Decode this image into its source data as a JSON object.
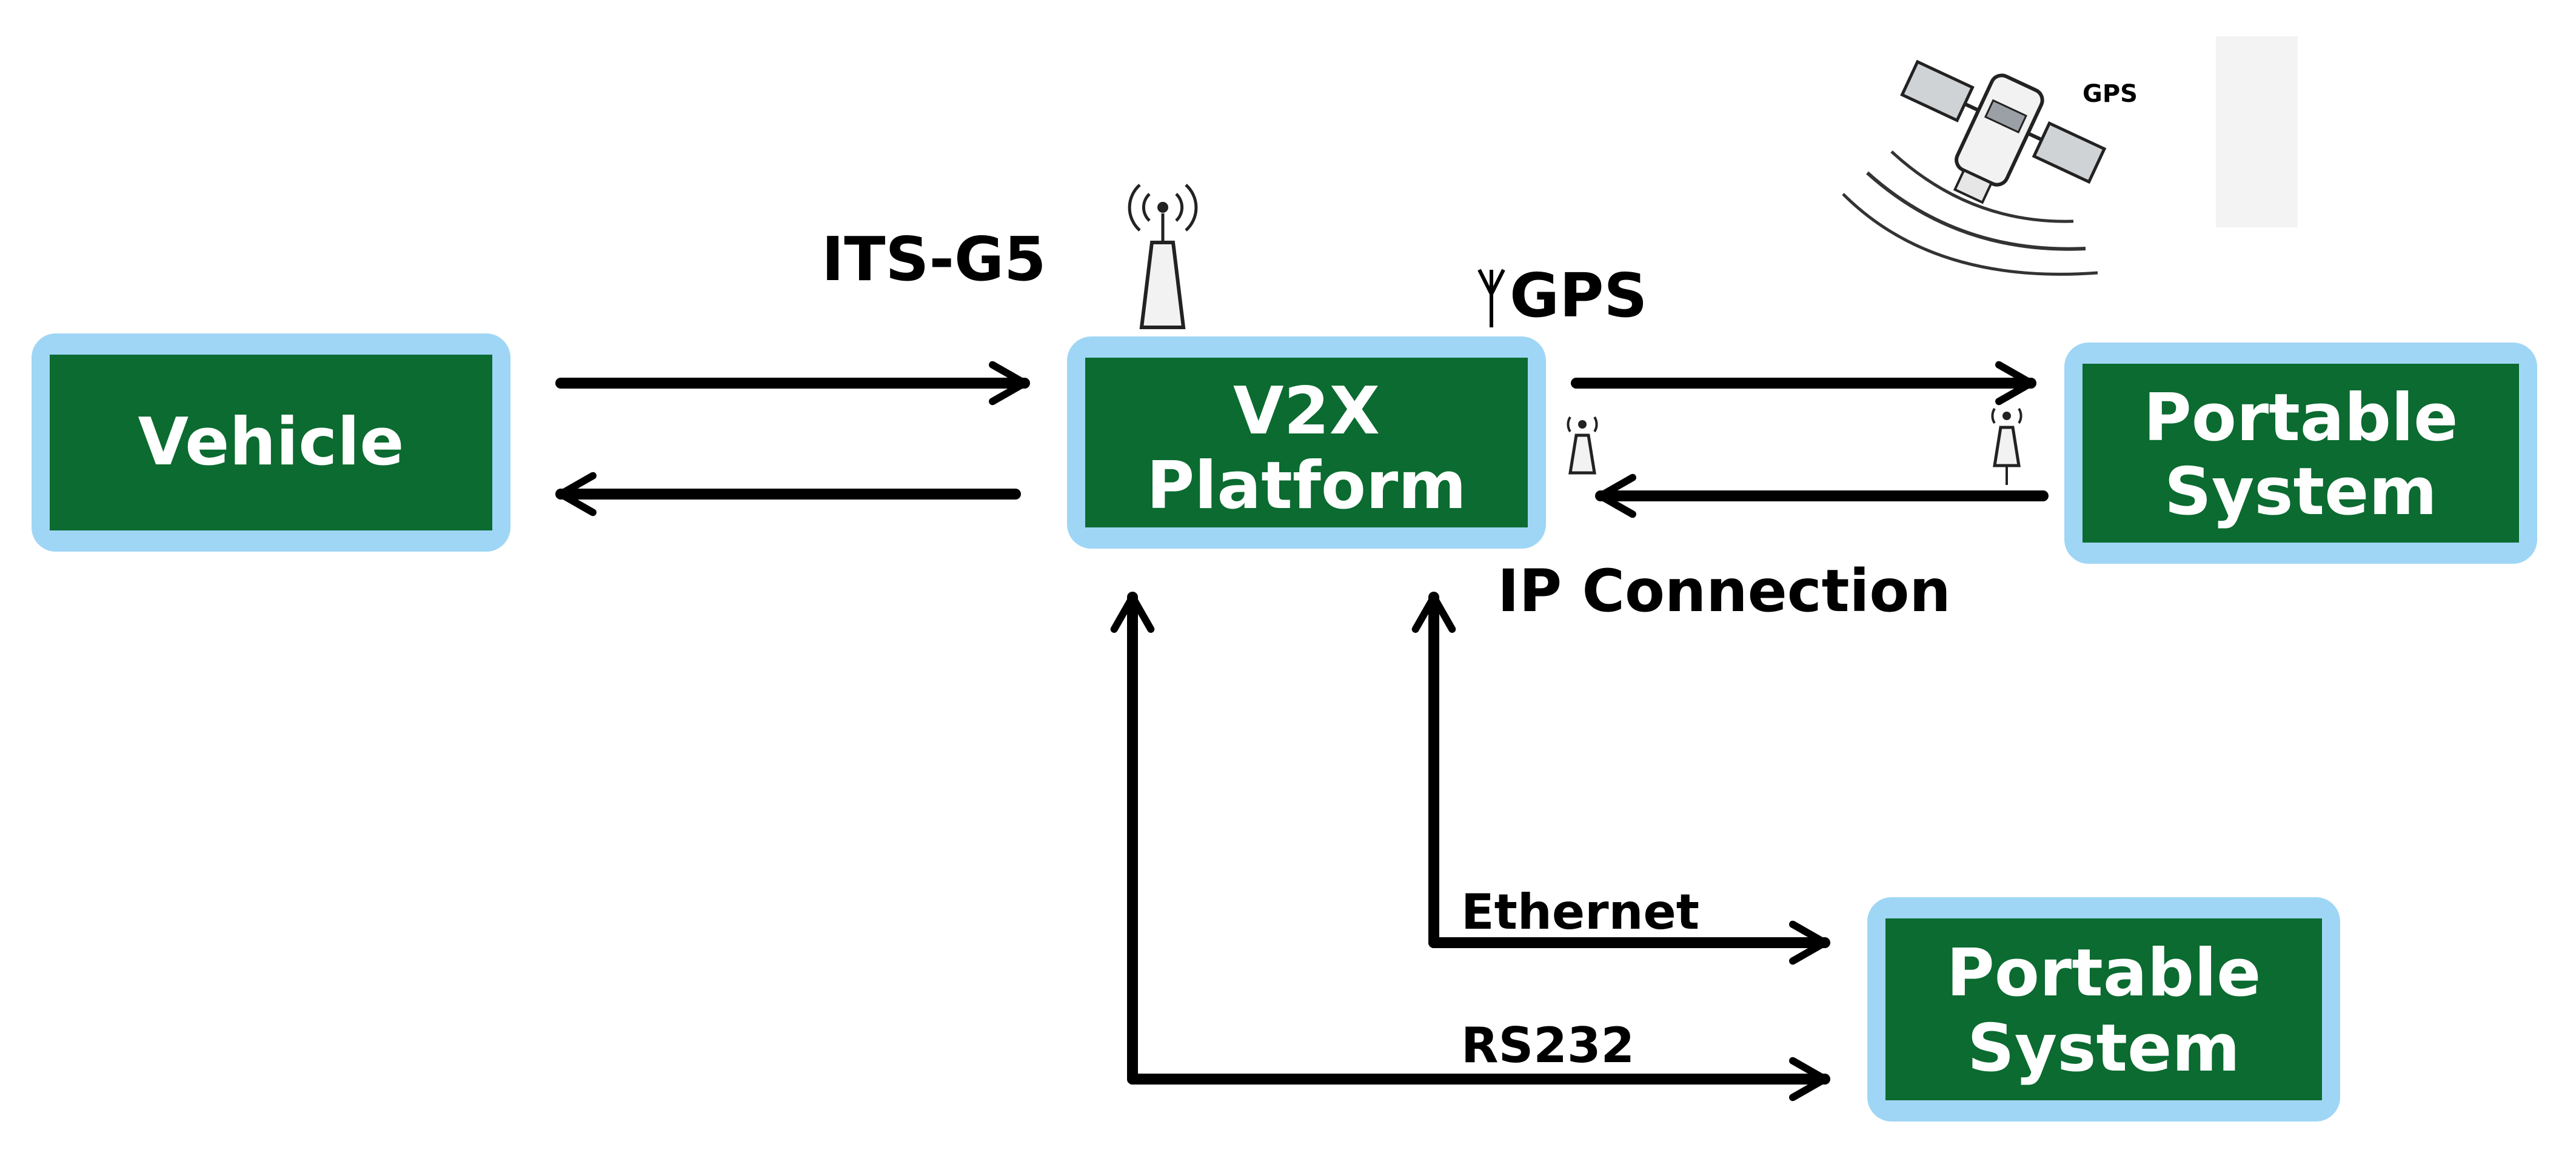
{
  "colors": {
    "box_fill": "#0b6b30",
    "box_border": "#9fd6f5",
    "arrow": "#000000",
    "text": "#000000",
    "box_text": "#ffffff"
  },
  "nodes": {
    "vehicle": {
      "label": "Vehicle"
    },
    "v2x": {
      "line1": "V2X",
      "line2": "Platform"
    },
    "portable_top": {
      "line1": "Portable",
      "line2": "System"
    },
    "portable_bottom": {
      "line1": "Portable",
      "line2": "System"
    }
  },
  "labels": {
    "its_g5": "ITS-G5",
    "gps_antenna": "GPS",
    "gps_satellite": "GPS",
    "ip_connection": "IP Connection",
    "ethernet": "Ethernet",
    "rs232": "RS232"
  },
  "icons": [
    "its-g5-antenna-icon",
    "gps-antenna-icon",
    "satellite-icon",
    "cellular-antenna-icon"
  ]
}
